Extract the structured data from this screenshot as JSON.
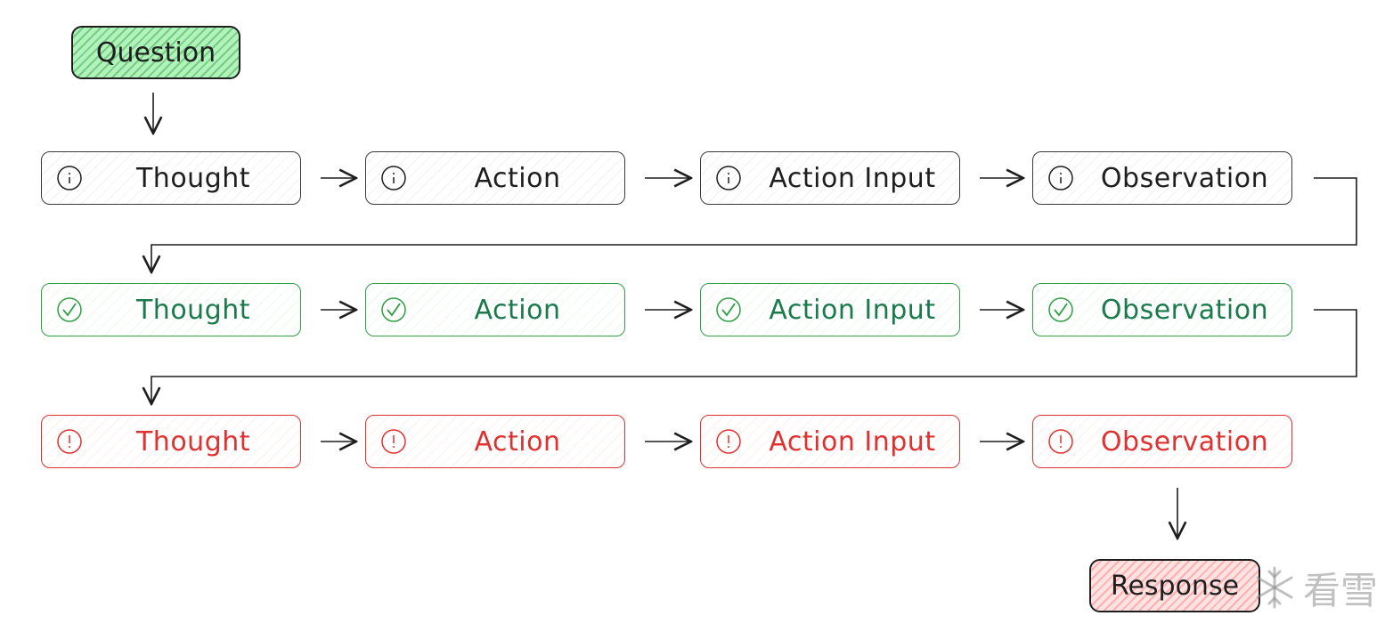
{
  "start": {
    "label": "Question"
  },
  "end": {
    "label": "Response"
  },
  "watermark": {
    "text": "看雪"
  },
  "rows": [
    {
      "status": "gray",
      "icon": "info-icon",
      "color": "#1e1e1e",
      "steps": [
        "Thought",
        "Action",
        "Action Input",
        "Observation"
      ]
    },
    {
      "status": "green",
      "icon": "check-circle-icon",
      "color": "#2f9e44",
      "steps": [
        "Thought",
        "Action",
        "Action Input",
        "Observation"
      ]
    },
    {
      "status": "red",
      "icon": "alert-icon",
      "color": "#e03131",
      "steps": [
        "Thought",
        "Action",
        "Action Input",
        "Observation"
      ]
    }
  ]
}
